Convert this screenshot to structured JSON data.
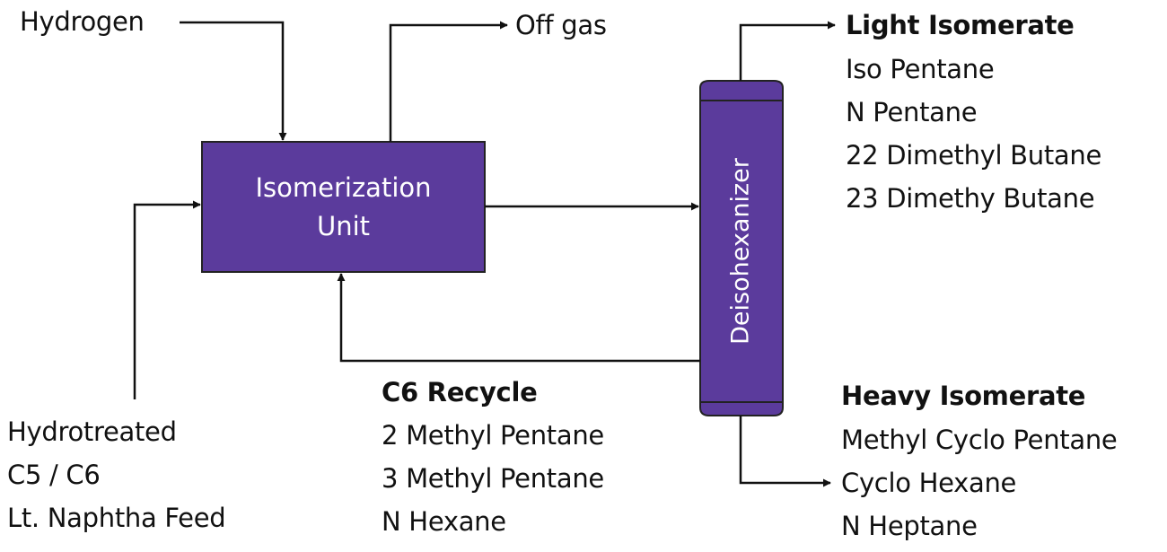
{
  "colors": {
    "unit_fill": "#5b3b9c",
    "unit_stroke": "#222222",
    "line": "#111111",
    "text": "#111111",
    "text_on_fill": "#ffffff"
  },
  "inputs": {
    "hydrogen": "Hydrogen",
    "feed": [
      "Hydrotreated",
      "C5 / C6",
      "Lt. Naphtha Feed"
    ]
  },
  "isomerization_unit": [
    "Isomerization",
    "Unit"
  ],
  "off_gas": "Off gas",
  "deisohexanizer": "Deisohexanizer",
  "light_isomerate": {
    "title": "Light Isomerate",
    "items": [
      "Iso Pentane",
      "N Pentane",
      "22 Dimethyl Butane",
      "23 Dimethy Butane"
    ]
  },
  "c6_recycle": {
    "title": "C6 Recycle",
    "items": [
      "2 Methyl Pentane",
      "3 Methyl Pentane",
      "N Hexane"
    ]
  },
  "heavy_isomerate": {
    "title": "Heavy Isomerate",
    "items": [
      "Methyl Cyclo Pentane",
      "Cyclo Hexane",
      "N Heptane"
    ]
  }
}
